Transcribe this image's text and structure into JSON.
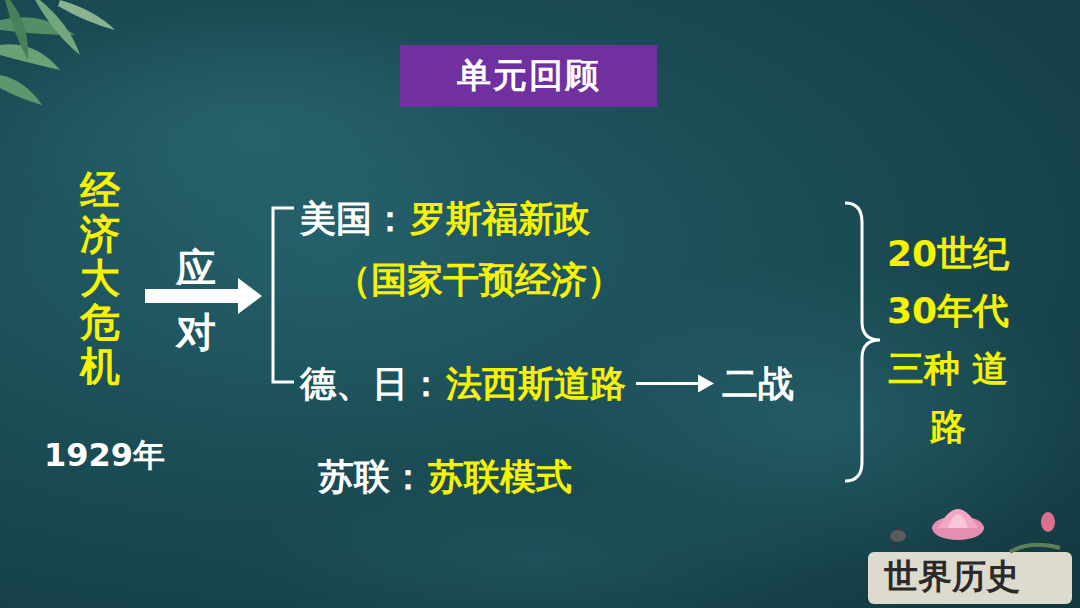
{
  "diagram": {
    "title": "单元回顾",
    "labels": [
      "经济大危机",
      "1929年",
      "应对",
      "美国：",
      "罗斯福新政",
      "（国家干预经济）",
      "德、日：",
      "法西斯道路",
      "二战",
      "苏联：",
      "苏联模式",
      "20世纪 30年代 三种 道路",
      "世界历史"
    ]
  }
}
